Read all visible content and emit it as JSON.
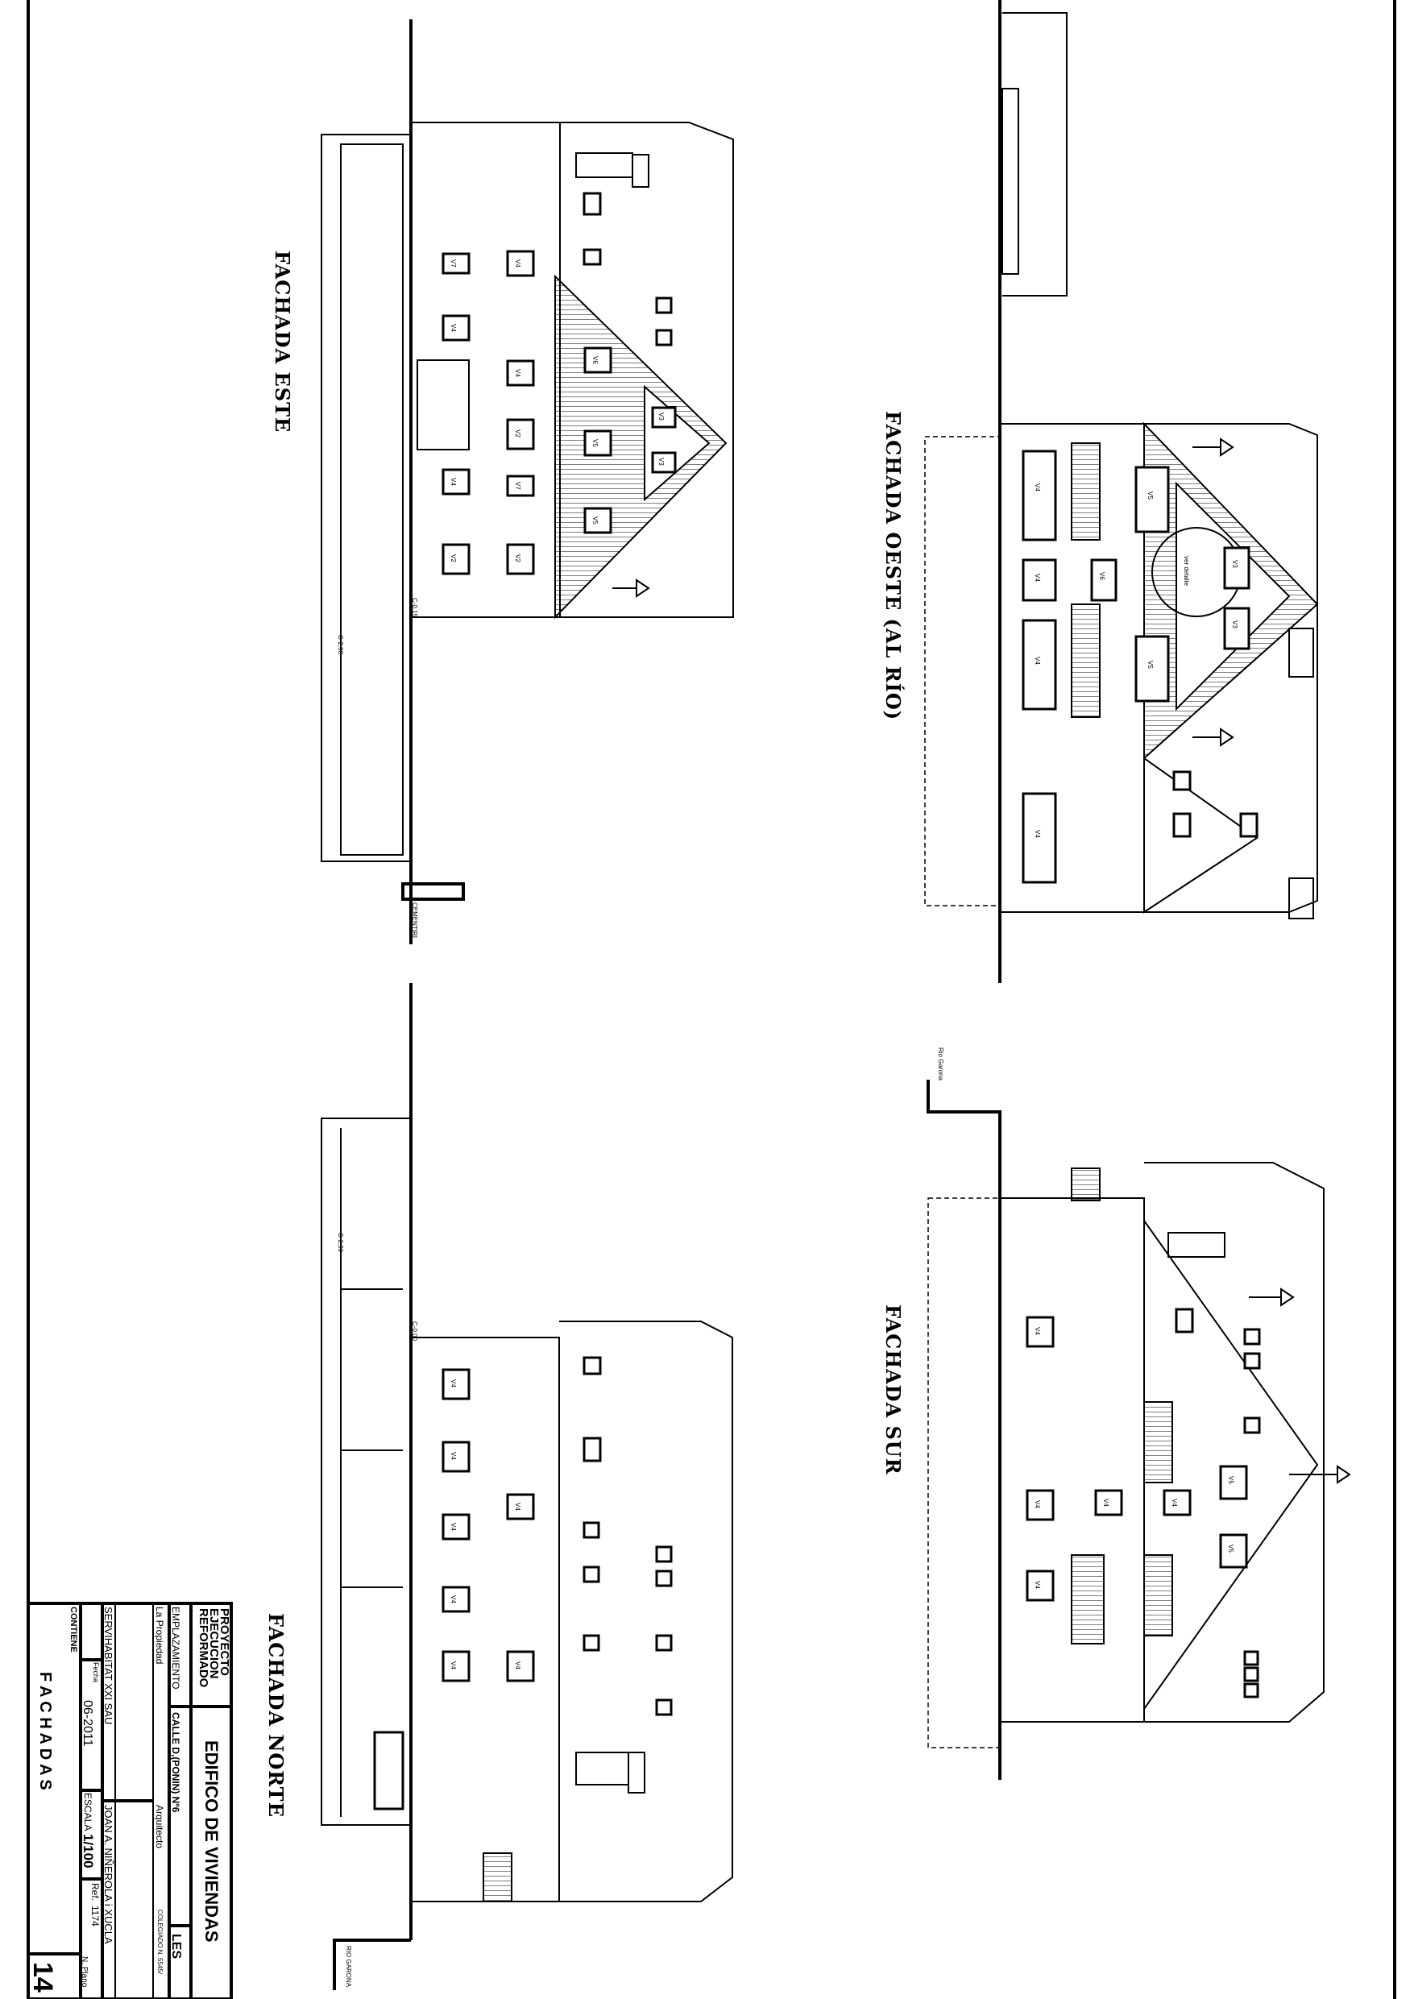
{
  "sheet": {
    "facades": {
      "este": {
        "title": "FACHADA ESTE",
        "level_ground": "C-0,15",
        "level_pool": "C-2,90",
        "neighbor": "CEMENTIRI",
        "windows": [
          "V7",
          "V4",
          "V4",
          "V2",
          "V4",
          "V4",
          "V2",
          "V7",
          "V2",
          "V6",
          "V5",
          "V5",
          "V3",
          "V3"
        ]
      },
      "oeste": {
        "title": "FACHADA OESTE (AL RÍO)",
        "windows": [
          "V4",
          "V4",
          "V4",
          "V4",
          "V5",
          "V5",
          "V6",
          "V3",
          "V3"
        ],
        "note": "ver detalle"
      },
      "norte": {
        "title": "FACHADA NORTE",
        "level_ground": "C-0,00",
        "level_pool": "C-2,90",
        "river": "RIO GARONA",
        "windows": [
          "V4",
          "V4",
          "V4",
          "V4",
          "V4",
          "V4",
          "V4"
        ]
      },
      "sur": {
        "title": "FACHADA SUR",
        "river": "Rio Garona",
        "windows": [
          "V4",
          "V4",
          "V4",
          "V4",
          "V4",
          "V5",
          "V5"
        ]
      }
    },
    "title_block": {
      "project_type": [
        "PROYECTO",
        "EJECUCION",
        "REFORMADO"
      ],
      "project_name": "EDIFICO DE VIVIENDAS",
      "location_label": "EMPLAZAMIENTO",
      "address": "CALLE D,(PONIN) Nº6",
      "town": "LES",
      "owner_label": "La Propiedad",
      "architect_label": "Arquitecto",
      "registration": "COLEGIADO N. 5545/",
      "owner": "SERVIHABITAT XXI SAU",
      "architect": "JOAN A. NIÑEROLA i XUCLA",
      "date_label": "Fecha",
      "date": "06-2011",
      "scale_label": "ESCALA",
      "scale": "1/100",
      "ref_label": "Ref.",
      "ref": "1174",
      "plan_number_label": "N. Plano",
      "plan_number": "14",
      "contents_label": "CONTIENE",
      "contents": "F A C H A D A S"
    }
  }
}
